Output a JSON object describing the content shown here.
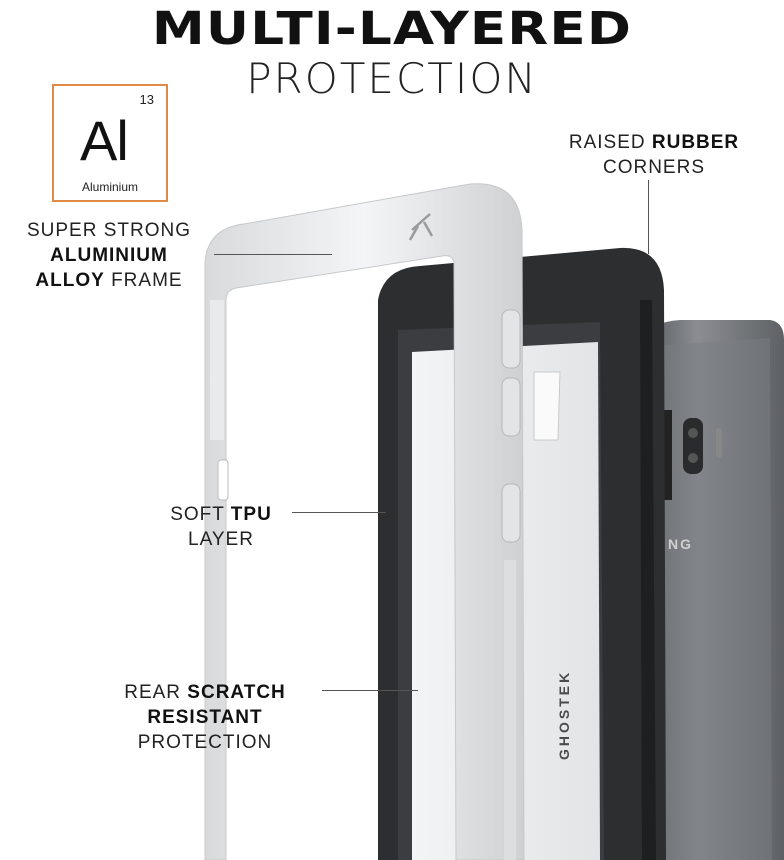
{
  "headline": {
    "bold": "MULTI-LAYERED",
    "light": "PROTECTION"
  },
  "element": {
    "number": "13",
    "symbol": "Al",
    "name": "Aluminium"
  },
  "callouts": {
    "frame": {
      "line1": "SUPER STRONG",
      "line2": "ALUMINIUM",
      "line3_bold": "ALLOY",
      "line3_rest": " FRAME"
    },
    "corners": {
      "line1_light": "RAISED ",
      "line1_bold": "RUBBER",
      "line2": "CORNERS"
    },
    "tpu": {
      "line1_light": "SOFT ",
      "line1_bold": "TPU",
      "line2": "LAYER"
    },
    "scratch": {
      "line1_light": "REAR ",
      "line1_bold": "SCRATCH",
      "line2": "RESISTANT",
      "line3": "PROTECTION"
    }
  },
  "brand_mark": "GHOSTEK",
  "phone_text": "NG",
  "colors": {
    "accent_orange": "#e08a45",
    "frame_silver": "#e9eaec",
    "bumper_dark": "#2d2e30",
    "phone_gray": "#6b6e72"
  }
}
